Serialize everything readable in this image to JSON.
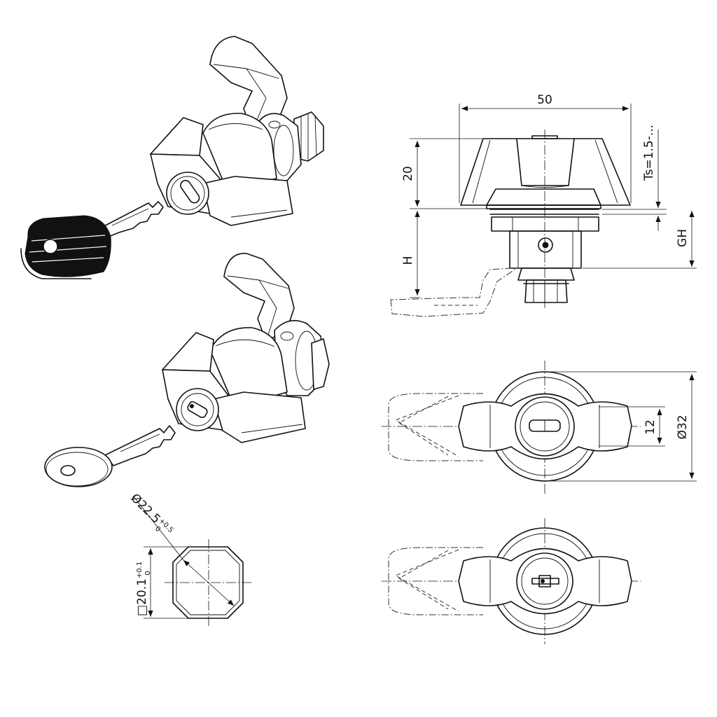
{
  "drawing": {
    "title": "",
    "side_view": {
      "width_label": "50",
      "height_label": "20",
      "ts_label": "Ts=1.5-...",
      "h_label": "H",
      "gh_label": "GH"
    },
    "top_view": {
      "diameter_label": "Ø32",
      "slot_label": "12"
    },
    "cutout": {
      "diagonal_label": "Ø22.5",
      "diagonal_tol_upper": "+0.5",
      "diagonal_tol_lower": "0",
      "square_label": "□20.1",
      "square_tol_upper": "+0.1",
      "square_tol_lower": "0"
    }
  }
}
